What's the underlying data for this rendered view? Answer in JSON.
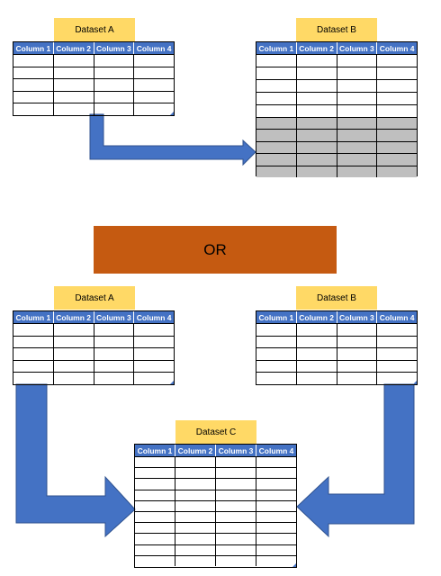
{
  "top_section": {
    "left": {
      "label": "Dataset A",
      "columns": [
        "Column 1",
        "Column 2",
        "Column 3",
        "Column 4"
      ]
    },
    "right": {
      "label": "Dataset B",
      "columns": [
        "Column 1",
        "Column 2",
        "Column 3",
        "Column 4"
      ]
    }
  },
  "divider": {
    "text": "OR"
  },
  "bottom_section": {
    "left": {
      "label": "Dataset A",
      "columns": [
        "Column 1",
        "Column 2",
        "Column 3",
        "Column 4"
      ]
    },
    "right": {
      "label": "Dataset B",
      "columns": [
        "Column 1",
        "Column 2",
        "Column 3",
        "Column 4"
      ]
    },
    "result": {
      "label": "Dataset C",
      "columns": [
        "Column 1",
        "Column 2",
        "Column 3",
        "Column 4"
      ]
    }
  },
  "colors": {
    "label_fill": "#FFD966",
    "header_fill": "#4472C4",
    "arrow_fill": "#4472C4",
    "divider_fill": "#C55A11",
    "appended_rows_fill": "#BFBFBF"
  }
}
